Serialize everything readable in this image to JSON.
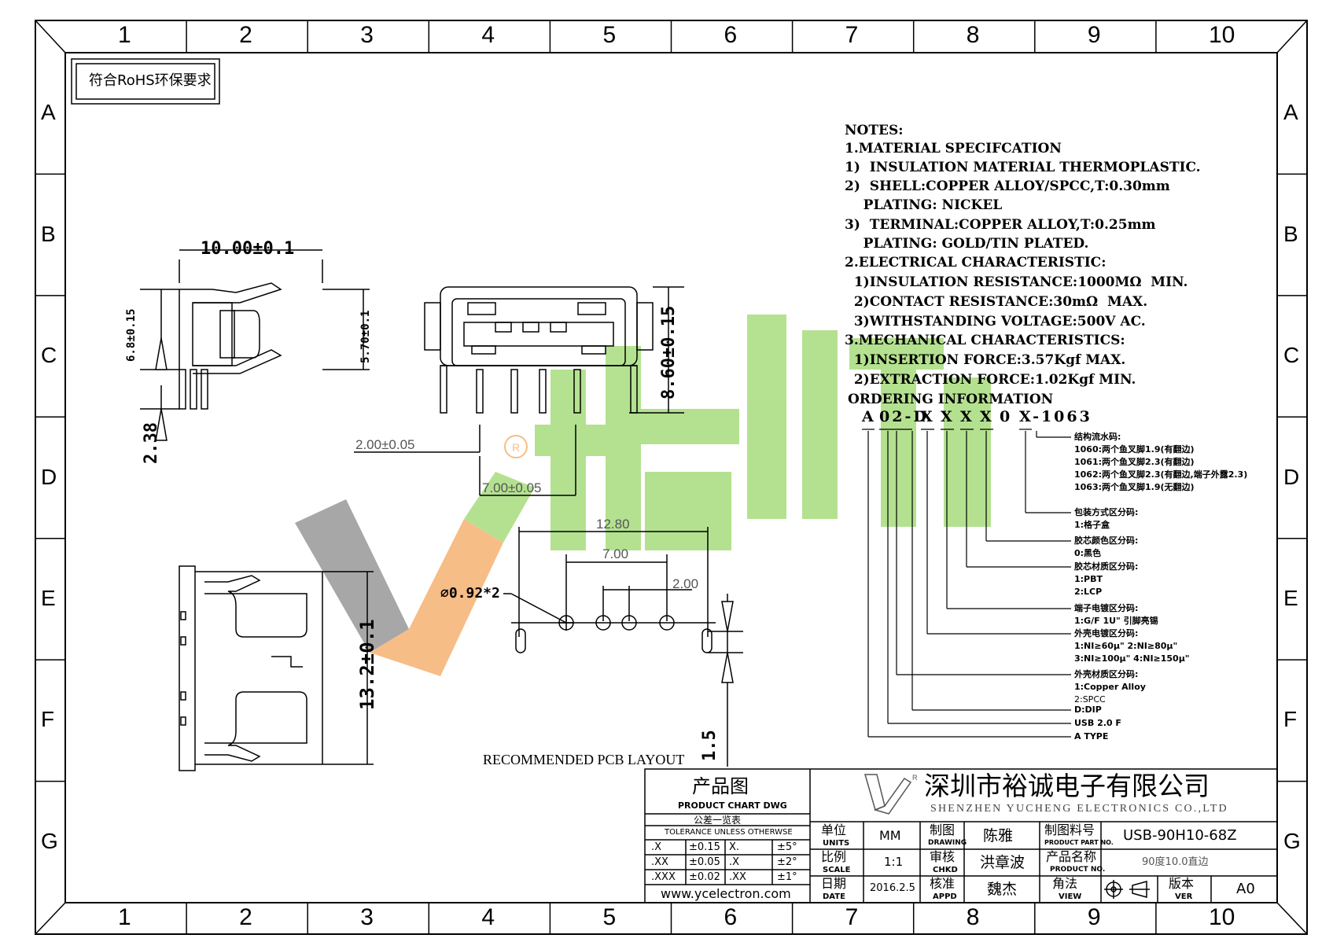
{
  "colors": {
    "ink": "#000000",
    "watermark_green": "#9cd86c",
    "watermark_gray": "#8a8a8a",
    "watermark_orange": "#f5a860"
  },
  "zones": {
    "columns": [
      "1",
      "2",
      "3",
      "4",
      "5",
      "6",
      "7",
      "8",
      "9",
      "10"
    ],
    "rows": [
      "A",
      "B",
      "C",
      "D",
      "E",
      "F",
      "G"
    ]
  },
  "rohs_label": "符合RoHS环保要求",
  "watermark": {
    "brand_text": "裕诚",
    "registered_mark": "R"
  },
  "notes": [
    "NOTES:",
    "1.MATERIAL SPECIFCATION",
    "1)  INSULATION MATERIAL THERMOPLASTIC.",
    "2)  SHELL:COPPER ALLOY/SPCC,T:0.30mm",
    "    PLATING: NICKEL",
    "3)  TERMINAL:COPPER ALLOY,T:0.25mm",
    "    PLATING: GOLD/TIN PLATED.",
    "2.ELECTRICAL CHARACTERISTIC:",
    "  1)INSULATION RESISTANCE:1000MΩ  MIN.",
    "  2)CONTACT RESISTANCE:30mΩ  MAX.",
    "  3)WITHSTANDING VOLTAGE:500V AC.",
    "3.MECHANICAL CHARACTERISTICS:",
    "  1)INSERTION FORCE:3.57Kgf MAX.",
    "  2)EXTRACTION FORCE:1.02Kgf MIN."
  ],
  "ordering": {
    "title": "ORDERING INFORMATION",
    "code_parts": [
      "A",
      "02-D",
      "X",
      "X",
      "X",
      "X",
      "0",
      "X-1063"
    ],
    "legend": [
      {
        "head": "结构流水码:",
        "lines": [
          "1060:两个鱼叉脚1.9(有翻边)",
          "1061:两个鱼叉脚2.3(有翻边)",
          "1062:两个鱼叉脚2.3(有翻边,端子外露2.3)",
          "1063:两个鱼叉脚1.9(无翻边)"
        ]
      },
      {
        "head": "包装方式区分码:",
        "lines": [
          "1:格子盒"
        ]
      },
      {
        "head": "胶芯颜色区分码:",
        "lines": [
          "0:黑色"
        ]
      },
      {
        "head": "胶芯材质区分码:",
        "lines": [
          "1:PBT",
          "2:LCP"
        ]
      },
      {
        "head": "端子电镀区分码:",
        "lines": [
          "1:G/F 1U\" 引脚亮锡"
        ]
      },
      {
        "head": "外壳电镀区分码:",
        "lines": [
          "1:NI≥60μ\"  2:NI≥80μ\"",
          "3:NI≥100μ\"  4:NI≥150μ\""
        ]
      },
      {
        "head": "外壳材质区分码:",
        "lines": [
          "1:Copper Alloy",
          "2:SPCC"
        ]
      },
      {
        "head": "D:DIP",
        "lines": []
      },
      {
        "head": "USB 2.0 F",
        "lines": []
      },
      {
        "head": "A TYPE",
        "lines": []
      }
    ]
  },
  "dimensions": {
    "side_width": "10.00±0.1",
    "side_height": "6.8±0.15",
    "side_body": "5.70±0.1",
    "side_pin": "2.38",
    "front_height": "8.60±0.15",
    "front_pin_pitch": "2.00±0.05",
    "front_outer_pitch": "7.00±0.05",
    "top_length": "13.2±0.1",
    "pcb_overall": "12.80",
    "pcb_mid": "7.00",
    "pcb_pitch": "2.00",
    "pcb_hole": "⌀0.92*2",
    "pcb_slot": "1.5",
    "pcb_caption": "RECOMMENDED PCB LAYOUT"
  },
  "title_block": {
    "chart_title_cn": "产品图",
    "chart_title_en": "PRODUCT CHART DWG",
    "tolerance_cn": "公差一览表",
    "tolerance_en": "TOLERANCE UNLESS OTHERWSE",
    "tolerances": [
      [
        ".X",
        "±0.15",
        "X.",
        "±5°"
      ],
      [
        ".XX",
        "±0.05",
        ".X",
        "±2°"
      ],
      [
        ".XXX",
        "±0.02",
        ".XX",
        "±1°"
      ]
    ],
    "website": "www.ycelectron.com",
    "company_cn": "深圳市裕诚电子有限公司",
    "company_en": "SHENZHEN YUCHENG ELECTRONICS CO.,LTD",
    "unit_cn": "单位",
    "unit_en": "UNITS",
    "unit_val": "MM",
    "scale_cn": "比例",
    "scale_en": "SCALE",
    "scale_val": "1:1",
    "date_cn": "日期",
    "date_en": "DATE",
    "date_val": "2016.2.5",
    "drawing_cn": "制图",
    "drawing_en": "DRAWING",
    "drawing_val": "陈雅",
    "chkd_cn": "审核",
    "chkd_en": "CHKD",
    "chkd_val": "洪章波",
    "appd_cn": "核准",
    "appd_en": "APPD",
    "appd_val": "魏杰",
    "part_no_cn": "制图料号",
    "part_no_en": "PRODUCT PART NO.",
    "part_no_val": "USB-90H10-68Z",
    "part_name_cn": "产品名称",
    "part_name_en": "PRODUCT NO.",
    "part_name_val": "90度10.0直边",
    "view_cn": "角法",
    "view_en": "VIEW",
    "ver_cn": "版本",
    "ver_en": "VER",
    "ver_val": "A0"
  }
}
